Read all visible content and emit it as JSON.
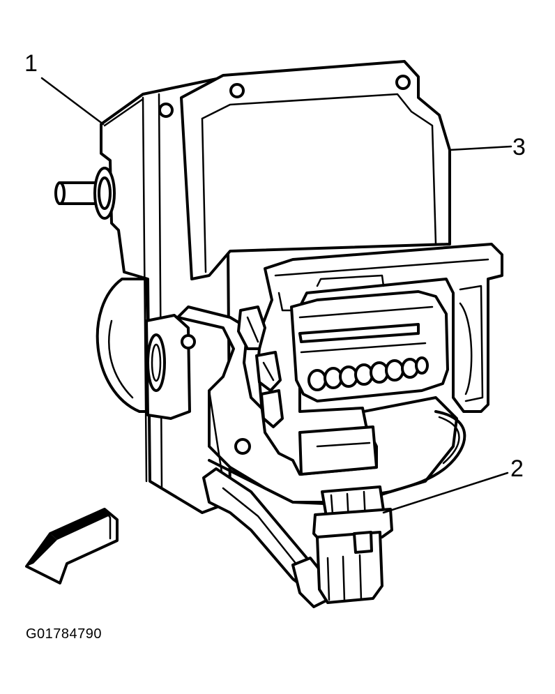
{
  "figure": {
    "figure_id": "G01784790",
    "callouts": [
      {
        "number": "1"
      },
      {
        "number": "2"
      },
      {
        "number": "3"
      }
    ]
  }
}
